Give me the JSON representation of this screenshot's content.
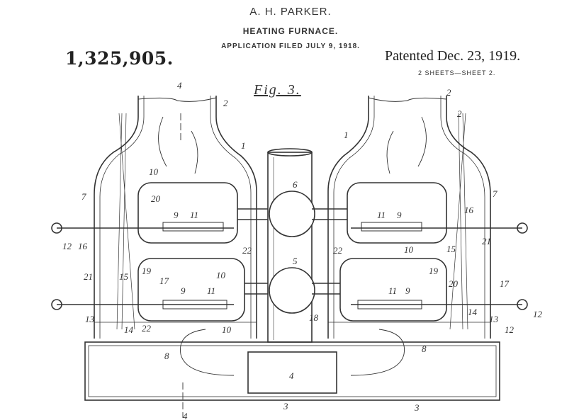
{
  "header": {
    "inventor": "A. H. PARKER.",
    "title": "HEATING FURNACE.",
    "filed": "APPLICATION FILED JULY 9, 1918.",
    "patent_number": "1,325,905.",
    "patented": "Patented Dec. 23, 1919.",
    "sheets": "2 SHEETS—SHEET 2."
  },
  "figure": {
    "label": "Fig. 3.",
    "numerals": [
      "4",
      "2",
      "2",
      "2",
      "1",
      "1",
      "6",
      "5",
      "4",
      "3",
      "3",
      "4",
      "7",
      "7",
      "20",
      "9",
      "11",
      "11",
      "9",
      "12",
      "16",
      "10",
      "22",
      "22",
      "21",
      "21",
      "19",
      "17",
      "9",
      "11",
      "11",
      "9",
      "19",
      "20",
      "17",
      "12",
      "13",
      "14",
      "22",
      "14",
      "13",
      "12",
      "10",
      "8",
      "8",
      "18",
      "10",
      "15",
      "15",
      "10",
      "16"
    ]
  }
}
